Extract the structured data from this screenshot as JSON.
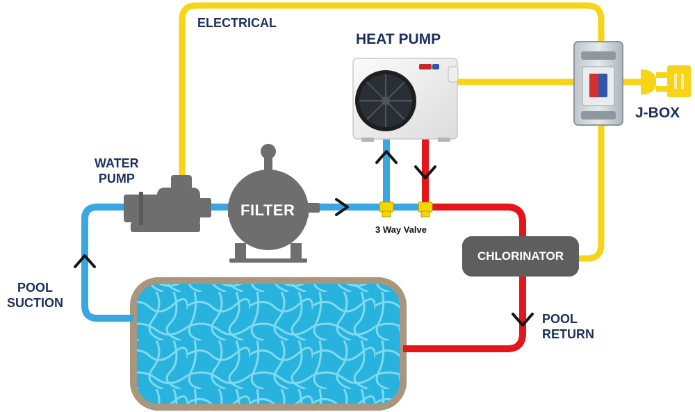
{
  "labels": {
    "electrical": "ELECTRICAL",
    "heat_pump": "HEAT PUMP",
    "j_box": "J-BOX",
    "water_pump": "WATER\nPUMP",
    "filter": "FILTER",
    "valve": "3 Way Valve",
    "chlorinator": "CHLORINATOR",
    "pool_suction": "POOL\nSUCTION",
    "pool_return": "POOL\nRETURN"
  },
  "colors": {
    "electrical_line": "#f7d417",
    "cold_water": "#3aa8e0",
    "hot_water": "#e5161b",
    "equipment_gray": "#6e6e6e",
    "label_text": "#1b2f5c",
    "pool_water": "#2fb6de",
    "pool_border": "#a8977e"
  },
  "icons": [
    "fan-icon",
    "plug-icon",
    "valve-icon",
    "flow-arrow-icon"
  ]
}
